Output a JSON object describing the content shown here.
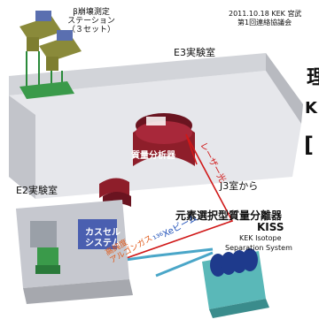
{
  "header": {
    "date": "2011.10.18 KEK 宮武",
    "title": "第1回連絡協議会"
  },
  "labels": {
    "station_line1": "β崩壊測定",
    "station_line2": "ステーション",
    "station_line3": "（３セット）",
    "e3_room": "E3実験室",
    "e2_room": "E2実験室",
    "j3_room": "J3室から",
    "mass_analyzer": "質量分析器",
    "laser": "レーザー光",
    "kiss_jp": "元素選択型質量分離器",
    "kiss": "KISS",
    "kiss_en_line1": "KEK Isotope",
    "kiss_en_line2": "Separation System",
    "cassette_line1": "カスセル",
    "cassette_line2": "システム",
    "gas_line1": "高純度",
    "gas_line2": "アルゴンガス",
    "beam": "¹³⁶Xeビーム"
  },
  "cut_off_slide_text": {
    "line1": "理",
    "line2": "K",
    "line3": "["
  },
  "colors": {
    "laser": "#d01818",
    "beam": "#1e4fb8",
    "gas": "#e05a1a",
    "magnet": "#8e1e2a",
    "floor": "#e8e8ec",
    "wall": "#c9cbd1",
    "olive": "#8a8a3a",
    "pipe": "#4aa6c8",
    "cyan_block": "#5ab8b8"
  }
}
